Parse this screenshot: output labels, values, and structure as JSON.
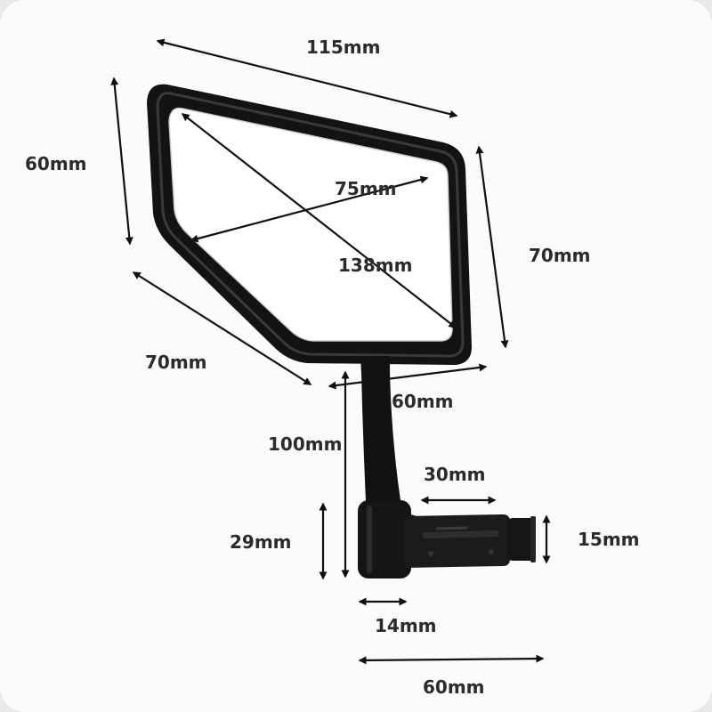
{
  "dimensions": {
    "mirror_width_top": "115mm",
    "mirror_height_left": "60mm",
    "glass_inner_width": "75mm",
    "glass_diagonal": "138mm",
    "mirror_height_right": "70mm",
    "mirror_lower_left_edge": "70mm",
    "mirror_bottom_edge": "60mm",
    "stem_height": "100mm",
    "clamp_sleeve_length": "30mm",
    "clamp_head_height": "29mm",
    "bar_end_plug_diameter": "15mm",
    "clamp_head_width": "14mm",
    "total_clamp_length": "60mm"
  },
  "colors": {
    "background": "#fbfbfb",
    "frame": "#111111",
    "glass": "#ffffff",
    "text": "#2b2b2b"
  }
}
